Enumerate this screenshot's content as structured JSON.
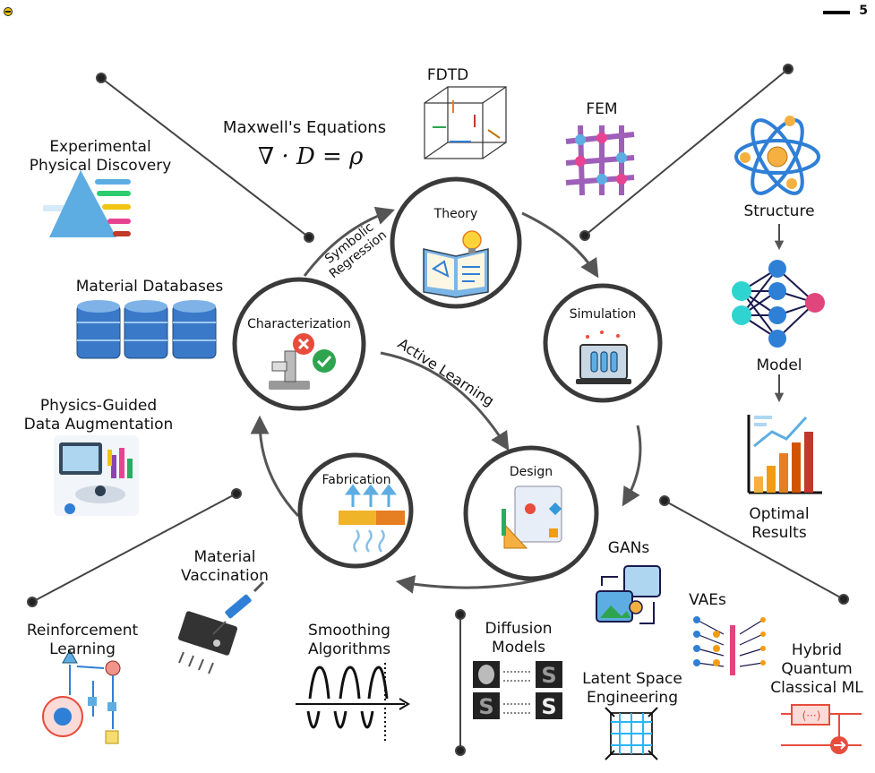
{
  "page": {
    "number": "5"
  },
  "cycle": {
    "theory": "Theory",
    "simulation": "Simulation",
    "design": "Design",
    "fabrication": "Fabrication",
    "characterization": "Characterization",
    "symbolic_regression_line1": "Symbolic",
    "symbolic_regression_line2": "Regression",
    "active_learning": "Active Learning"
  },
  "top": {
    "fdtd": "FDTD",
    "fem": "FEM",
    "maxwell": "Maxwell's Equations",
    "equation": "∇ · D = ρ"
  },
  "left": {
    "experimental_line1": "Experimental",
    "experimental_line2": "Physical Discovery",
    "material_databases": "Material Databases",
    "augment_line1": "Physics-Guided",
    "augment_line2": "Data Augmentation",
    "rl_line1": "Reinforcement",
    "rl_line2": "Learning",
    "vacc_line1": "Material",
    "vacc_line2": "Vaccination"
  },
  "right": {
    "structure": "Structure",
    "model": "Model",
    "optimal_line1": "Optimal",
    "optimal_line2": "Results",
    "gans": "GANs",
    "vaes": "VAEs",
    "hybrid_line1": "Hybrid",
    "hybrid_line2": "Quantum",
    "hybrid_line3": "Classical ML",
    "quantum_gate": "(···)"
  },
  "bottom": {
    "smoothing_line1": "Smoothing",
    "smoothing_line2": "Algorithms",
    "diffusion_line1": "Diffusion",
    "diffusion_line2": "Models",
    "latent_line1": "Latent Space",
    "latent_line2": "Engineering"
  },
  "colors": {
    "circle_stroke": "#3a3a3a",
    "arrow": "#555555",
    "accent_blue": "#2f7fd6",
    "accent_pink": "#e0457b",
    "accent_orange": "#f39c2b",
    "accent_green": "#2ea44f"
  }
}
